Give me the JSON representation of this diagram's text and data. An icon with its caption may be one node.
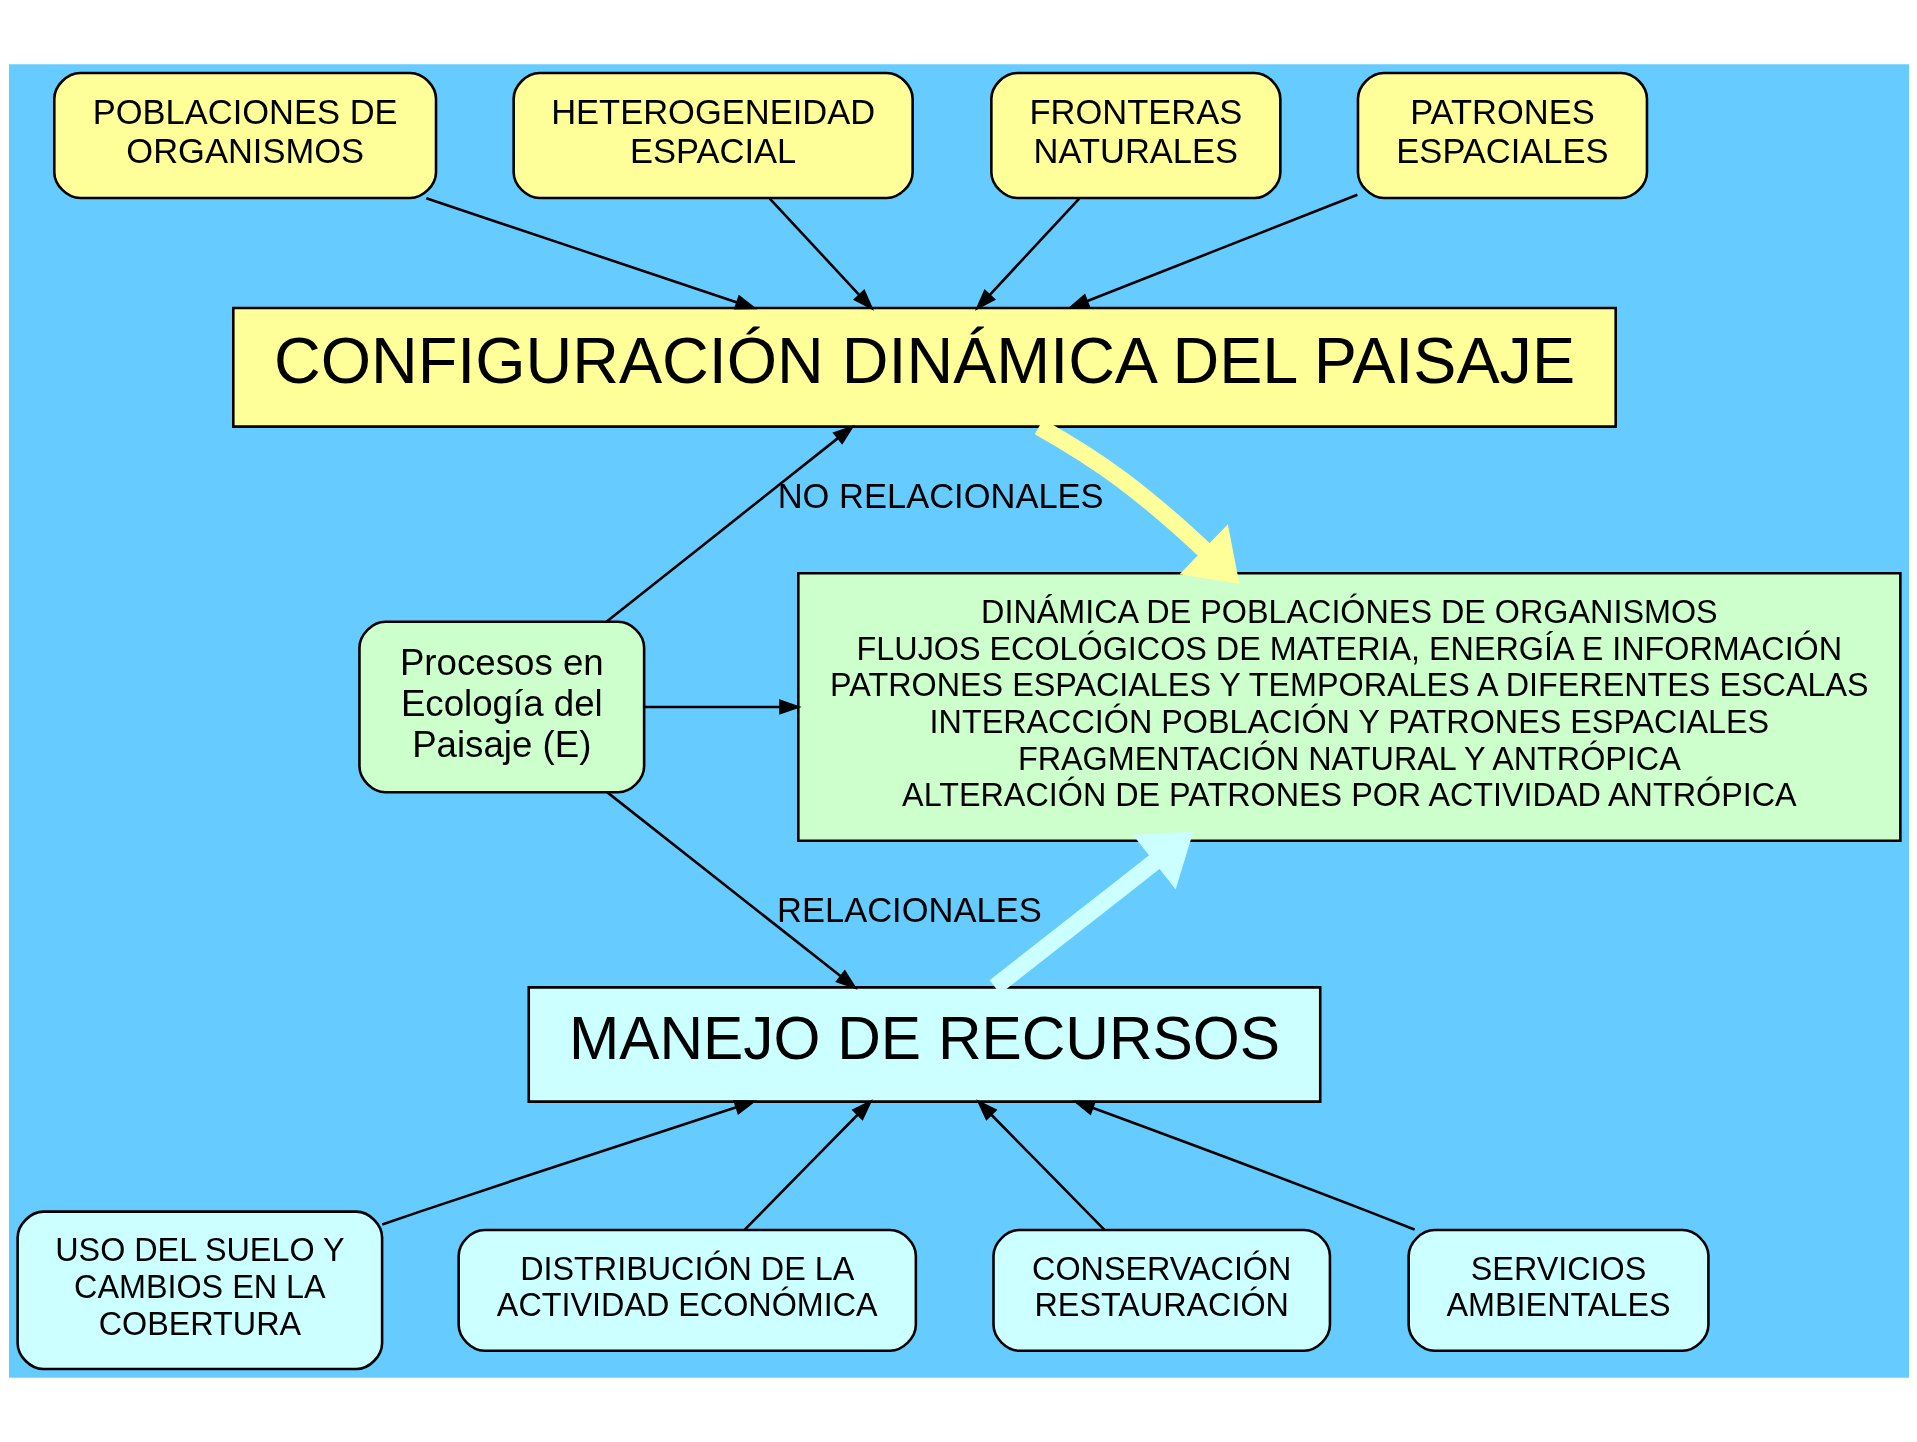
{
  "diagram": {
    "nodes": [
      {
        "text": [
          "POBLACIONES DE ORGANISMOS"
        ]
      },
      {
        "text": [
          "HETEROGENEIDAD ESPACIAL"
        ]
      },
      {
        "text": [
          "FRONTERAS NATURALES"
        ]
      },
      {
        "text": [
          "PATRONES ESPACIALES"
        ]
      },
      {
        "text": [
          "CONFIGURACIÓN DINÁMICA DEL PAISAJE"
        ]
      },
      {
        "text": [
          "DINÁMICA DE POBLACIÓNES DE ORGANISMOS",
          "FLUJOS ECOLÓGICOS DE MATERIA, ENERGÍA E INFORMACIÓN",
          "PATRONES ESPACIALES Y TEMPORALES A DIFERENTES ESCALAS",
          "INTERACCIÓN POBLACIÓN Y PATRONES ESPACIALES",
          "FRAGMENTACIÓN NATURAL Y ANTRÓPICA",
          "ALTERACIÓN DE PATRONES POR ACTIVIDAD ANTRÓPICA"
        ]
      },
      {
        "text": [
          "Procesos en Ecología del Paisaje (E)"
        ]
      },
      {
        "text": [
          "MANEJO DE RECURSOS"
        ]
      },
      {
        "text": [
          "USO DEL SUELO Y CAMBIOS EN LA COBERTURA"
        ]
      },
      {
        "text": [
          "DISTRIBUCIÓN DE LA ACTIVIDAD ECONÓMICA"
        ]
      },
      {
        "text": [
          "CONSERVACIÓN RESTAURACIÓN"
        ]
      },
      {
        "text": [
          "SERVICIOS AMBIENTALES"
        ]
      }
    ],
    "edges": [
      {
        "from": 0,
        "to": 4,
        "arrow": "to"
      },
      {
        "from": 1,
        "to": 4,
        "arrow": "to"
      },
      {
        "from": 2,
        "to": 4,
        "arrow": "to"
      },
      {
        "from": 3,
        "to": 4,
        "arrow": "to"
      },
      {
        "from": 4,
        "to": 5,
        "arrow": "to",
        "style": "thick",
        "color": "#ffff99"
      },
      {
        "from": 6,
        "to": 4,
        "arrow": "to",
        "label": "NO RELACIONALES"
      },
      {
        "from": 6,
        "to": 5,
        "arrow": "to"
      },
      {
        "from": 6,
        "to": 7,
        "arrow": "to",
        "label": "RELACIONALES"
      },
      {
        "from": 7,
        "to": 5,
        "arrow": "to",
        "style": "thick",
        "color": "#ccffff"
      },
      {
        "from": 8,
        "to": 7,
        "arrow": "to"
      },
      {
        "from": 9,
        "to": 7,
        "arrow": "to"
      },
      {
        "from": 10,
        "to": 7,
        "arrow": "to"
      },
      {
        "from": 11,
        "to": 7,
        "arrow": "to"
      }
    ]
  }
}
